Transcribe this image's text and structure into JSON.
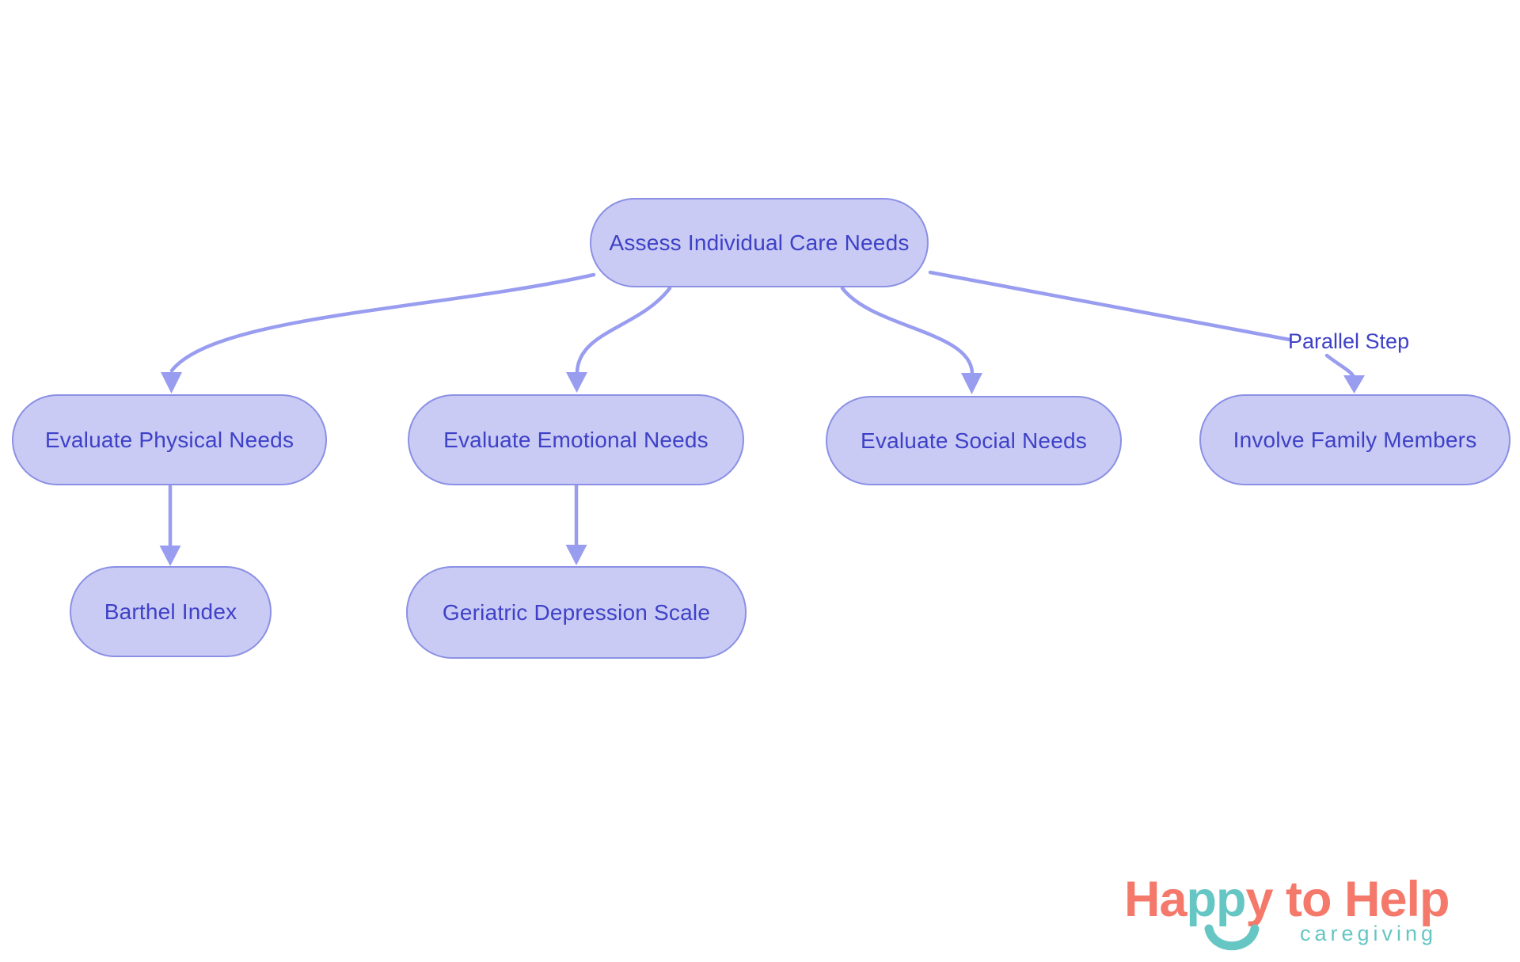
{
  "colors": {
    "background": "#ffffff",
    "node_fill": "#c9cbf5",
    "node_border": "#8b90e4",
    "edge": "#999df0",
    "node_text": "#3e41c6",
    "logo_coral": "#f4796b",
    "logo_teal": "#66c6c3"
  },
  "diagram": {
    "nodes": [
      {
        "id": "assess",
        "label": "Assess Individual Care Needs"
      },
      {
        "id": "physical",
        "label": "Evaluate Physical Needs"
      },
      {
        "id": "emotional",
        "label": "Evaluate Emotional Needs"
      },
      {
        "id": "social",
        "label": "Evaluate Social Needs"
      },
      {
        "id": "involve",
        "label": "Involve Family Members"
      },
      {
        "id": "barthel",
        "label": "Barthel Index"
      },
      {
        "id": "gds",
        "label": "Geriatric Depression Scale"
      }
    ],
    "edges": [
      {
        "from": "assess",
        "to": "physical",
        "label": ""
      },
      {
        "from": "assess",
        "to": "emotional",
        "label": ""
      },
      {
        "from": "assess",
        "to": "social",
        "label": ""
      },
      {
        "from": "assess",
        "to": "involve",
        "label": "Parallel Step"
      },
      {
        "from": "physical",
        "to": "barthel",
        "label": ""
      },
      {
        "from": "emotional",
        "to": "gds",
        "label": ""
      }
    ],
    "edge_label": {
      "text": "Parallel Step"
    }
  },
  "logo": {
    "part1": "Ha",
    "part2": "pp",
    "part3": "y to Help",
    "subtitle": "caregiving"
  }
}
